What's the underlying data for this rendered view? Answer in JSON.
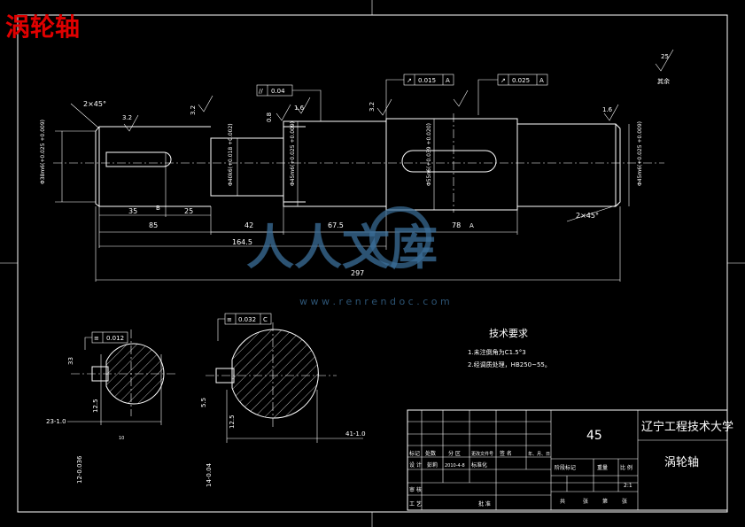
{
  "title_overlay": "涡轮轴",
  "watermark": {
    "main": "人人文库",
    "url": "w w w . r e n r e n d o c . c o m"
  },
  "roughness": {
    "global": "25",
    "global_note": "其余",
    "r32a": "3.2",
    "r32b": "3.2",
    "r32c": "3.2",
    "r16a": "1.6",
    "r16b": "1.6",
    "r08": "0.8",
    "r32d": "3.2",
    "r16c": "1.6"
  },
  "labels": {
    "chamfer_left": "2×45°",
    "chamfer_right": "2×45°",
    "ref_b": "B",
    "ref_a": "A"
  },
  "tolerance_frames": {
    "f1": {
      "sym": "//",
      "val": "0.04"
    },
    "f2": {
      "sym": "↗",
      "val": "0.015",
      "ref": "A"
    },
    "f3": {
      "sym": "↗",
      "val": "0.025",
      "ref": "A"
    },
    "f4": {
      "sym": "≡",
      "val": "0.012"
    },
    "f5": {
      "sym": "≡",
      "val": "0.032",
      "ref": "C"
    }
  },
  "diameters": [
    "Φ38m6(+0.025 +0.009)",
    "Φ40k6(+0.018 +0.002)",
    "Φ45m6(+0.025 +0.009)",
    "Φ55n6(+0.039 +0.020)",
    "Φ45m6(+0.025 +0.009)"
  ],
  "dims": {
    "d35": "35",
    "d25": "25",
    "d85": "85",
    "d42": "42",
    "d675": "67.5",
    "d78": "78",
    "d1645": "164.5",
    "d297": "297"
  },
  "sections": {
    "s1_depth": "33",
    "s1_width": "10",
    "s1_dia": "12.5",
    "s1_size": "23-1.0",
    "s1_key": "12-0.036",
    "s2_depth": "5.5",
    "s2_width": "12.5",
    "s2_size": "41-1.0",
    "s2_key": "14-0.04"
  },
  "tech": {
    "heading": "技术要求",
    "line1": "1.未注倒角为C1.5°3",
    "line2": "2.经调质处理，HB250~55。"
  },
  "titleblock": {
    "material": "45",
    "school": "辽宁工程技术大学",
    "part_name": "涡轮轴",
    "row1": [
      "标记",
      "处数",
      "分 区",
      "更改文件号",
      "签 名",
      "年、月、日"
    ],
    "row2": [
      "设 计",
      "彭莉",
      "2010-4-8",
      "标准化"
    ],
    "row3": [
      "审 核"
    ],
    "row4": [
      "工 艺",
      "批 准"
    ],
    "stage": [
      "阶段标记",
      "重量",
      "比 例"
    ],
    "scale": "2:1",
    "sheet": [
      "共",
      "张",
      "第",
      "张"
    ]
  }
}
